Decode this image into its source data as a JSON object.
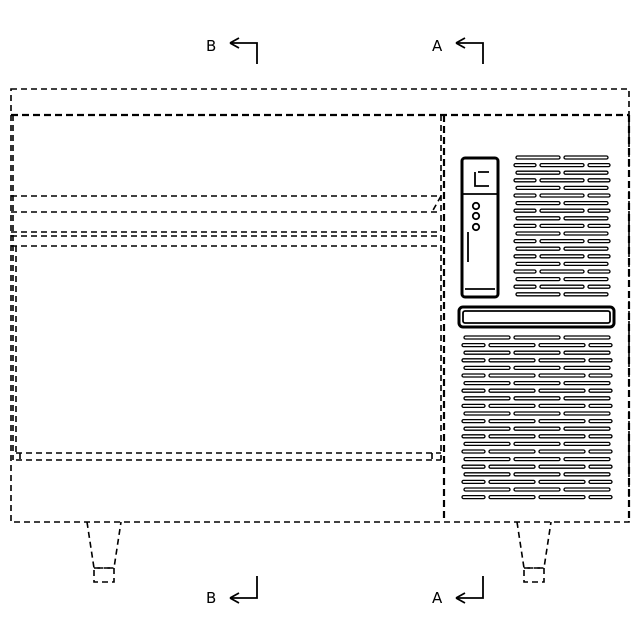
{
  "section_markers": {
    "top_left": "B",
    "top_right": "A",
    "bottom_left": "B",
    "bottom_right": "A"
  },
  "colors": {
    "line": "#000000",
    "background": "#ffffff"
  },
  "icons": {
    "section_arrow": "section-cut-arrow-icon",
    "control_panel": "control-panel-icon",
    "vent_grille": "vent-grille-icon",
    "foot": "foot-icon"
  }
}
